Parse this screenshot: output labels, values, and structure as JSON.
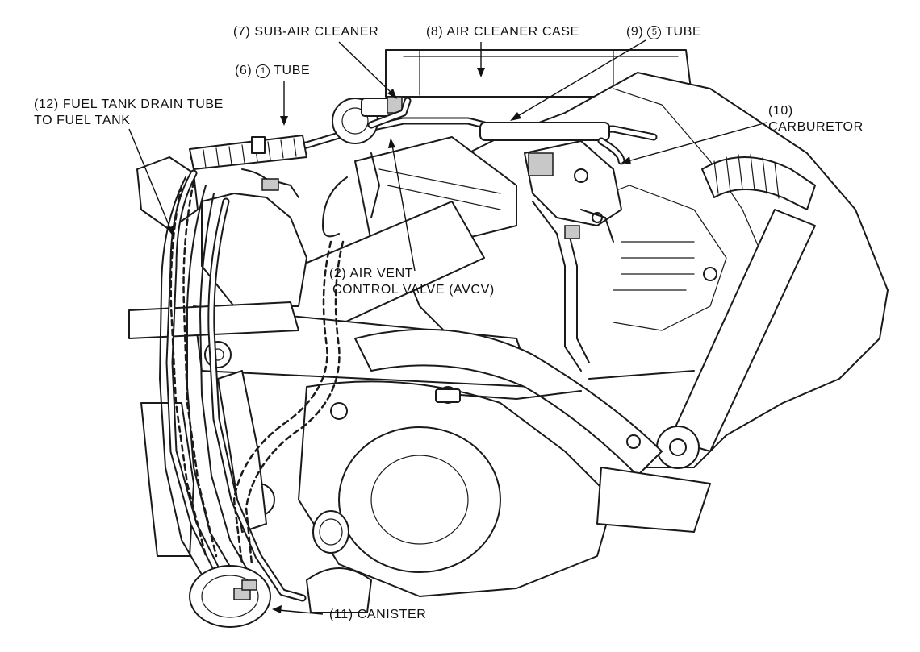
{
  "labels": {
    "sub_air_cleaner": "(7) SUB-AIR CLEANER",
    "air_cleaner_case": "(8) AIR CLEANER CASE",
    "tube_9_prefix": "(9)",
    "tube_9_circled": "5",
    "tube_9_suffix": "TUBE",
    "tube_6_prefix": "(6)",
    "tube_6_circled": "1",
    "tube_6_suffix": "TUBE",
    "drain_tube_line1": "(12) FUEL TANK DRAIN TUBE",
    "drain_tube_line2": "TO FUEL TANK",
    "carburetor_line1": "(10)",
    "carburetor_line2": "CARBURETOR",
    "avcv_line1": "(2) AIR VENT",
    "avcv_line2": "CONTROL VALVE (AVCV)",
    "canister": "(11) CANISTER"
  }
}
